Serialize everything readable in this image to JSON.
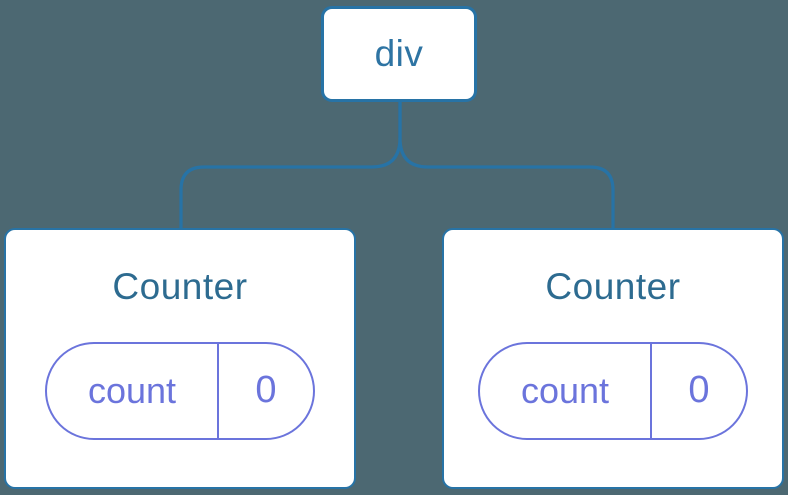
{
  "diagram": {
    "root": {
      "label": "div"
    },
    "children": [
      {
        "title": "Counter",
        "state": {
          "key": "count",
          "value": "0"
        }
      },
      {
        "title": "Counter",
        "state": {
          "key": "count",
          "value": "0"
        }
      }
    ],
    "colors": {
      "background": "#4C6872",
      "node_background": "#FFFFFF",
      "node_border_blue": "#2773A6",
      "connector_blue": "#2773A6",
      "root_label_blue": "#2E74A3",
      "component_title_blue": "#2D6B90",
      "state_accent_purple": "#6B74DC"
    }
  }
}
